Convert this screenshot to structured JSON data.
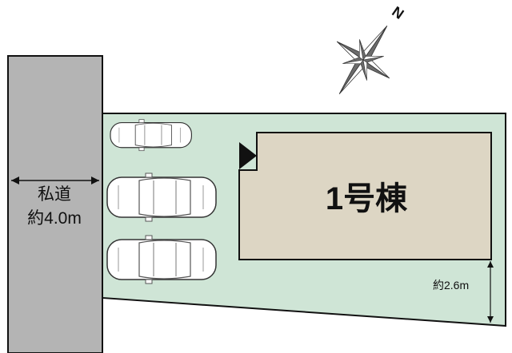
{
  "road": {
    "name": "私道",
    "width": "約4.0m"
  },
  "building": {
    "label": "1号棟"
  },
  "setback": {
    "label": "約2.6m"
  },
  "compass": {
    "north_letter": "N"
  },
  "parking": {
    "car_count": 3
  },
  "colors": {
    "lot": "#cfe5d6",
    "building": "#ddd6c4",
    "road": "#b4b4b4",
    "outline": "#111111",
    "compass_dark": "#6b6b6b",
    "compass_light": "#ffffff"
  }
}
